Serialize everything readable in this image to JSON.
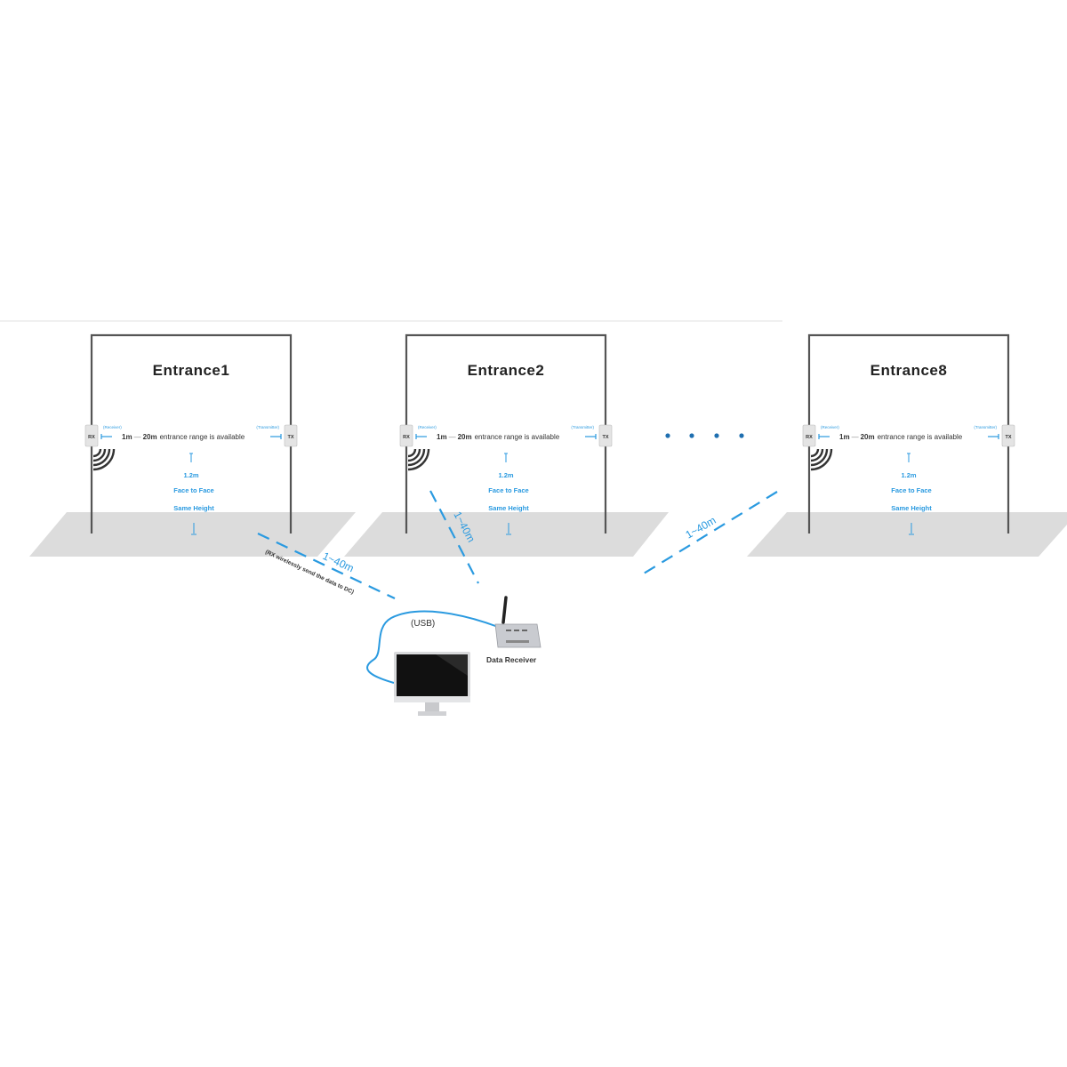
{
  "entrances": [
    {
      "title": "Entrance1",
      "rx_label": "RX",
      "tx_label": "TX",
      "rx_caption": "(Receiver)",
      "tx_caption": "(Transmitter)",
      "range_min": "1m",
      "range_sep": "—",
      "range_max": "20m",
      "range_text": "entrance range is available",
      "height": "1.2m",
      "face_to_face": "Face to Face",
      "same_height": "Same Height"
    },
    {
      "title": "Entrance2",
      "rx_label": "RX",
      "tx_label": "TX",
      "rx_caption": "(Receiver)",
      "tx_caption": "(Transmitter)",
      "range_min": "1m",
      "range_sep": "—",
      "range_max": "20m",
      "range_text": "entrance range is available",
      "height": "1.2m",
      "face_to_face": "Face to Face",
      "same_height": "Same Height"
    },
    {
      "title": "Entrance8",
      "rx_label": "RX",
      "tx_label": "TX",
      "rx_caption": "(Receiver)",
      "tx_caption": "(Transmitter)",
      "range_min": "1m",
      "range_sep": "—",
      "range_max": "20m",
      "range_text": "entrance range is available",
      "height": "1.2m",
      "face_to_face": "Face to Face",
      "same_height": "Same Height"
    }
  ],
  "links": [
    {
      "from": "Entrance1",
      "distance": "1~40m",
      "note": "(RX  wirelessly send the data  to DC)"
    },
    {
      "from": "Entrance2",
      "distance": "1~40m"
    },
    {
      "from": "Entrance8",
      "distance": "1~40m"
    }
  ],
  "ellipsis": "• • • •",
  "usb_label": "(USB)",
  "receiver_label": "Data Receiver",
  "colors": {
    "accent": "#2a9ae0",
    "floor": "#dcdcdc",
    "frame": "#555555",
    "text": "#222222"
  }
}
